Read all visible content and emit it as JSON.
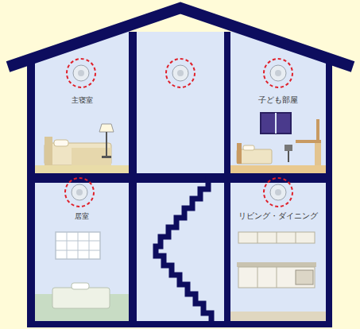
{
  "diagram": {
    "nodes": [
      {
        "text": [
          "主寝室"
        ]
      },
      {
        "text": [
          "子ども部屋"
        ]
      },
      {
        "text": [
          "居室"
        ]
      },
      {
        "text": [
          "リビング・ダイニング"
        ]
      }
    ]
  }
}
